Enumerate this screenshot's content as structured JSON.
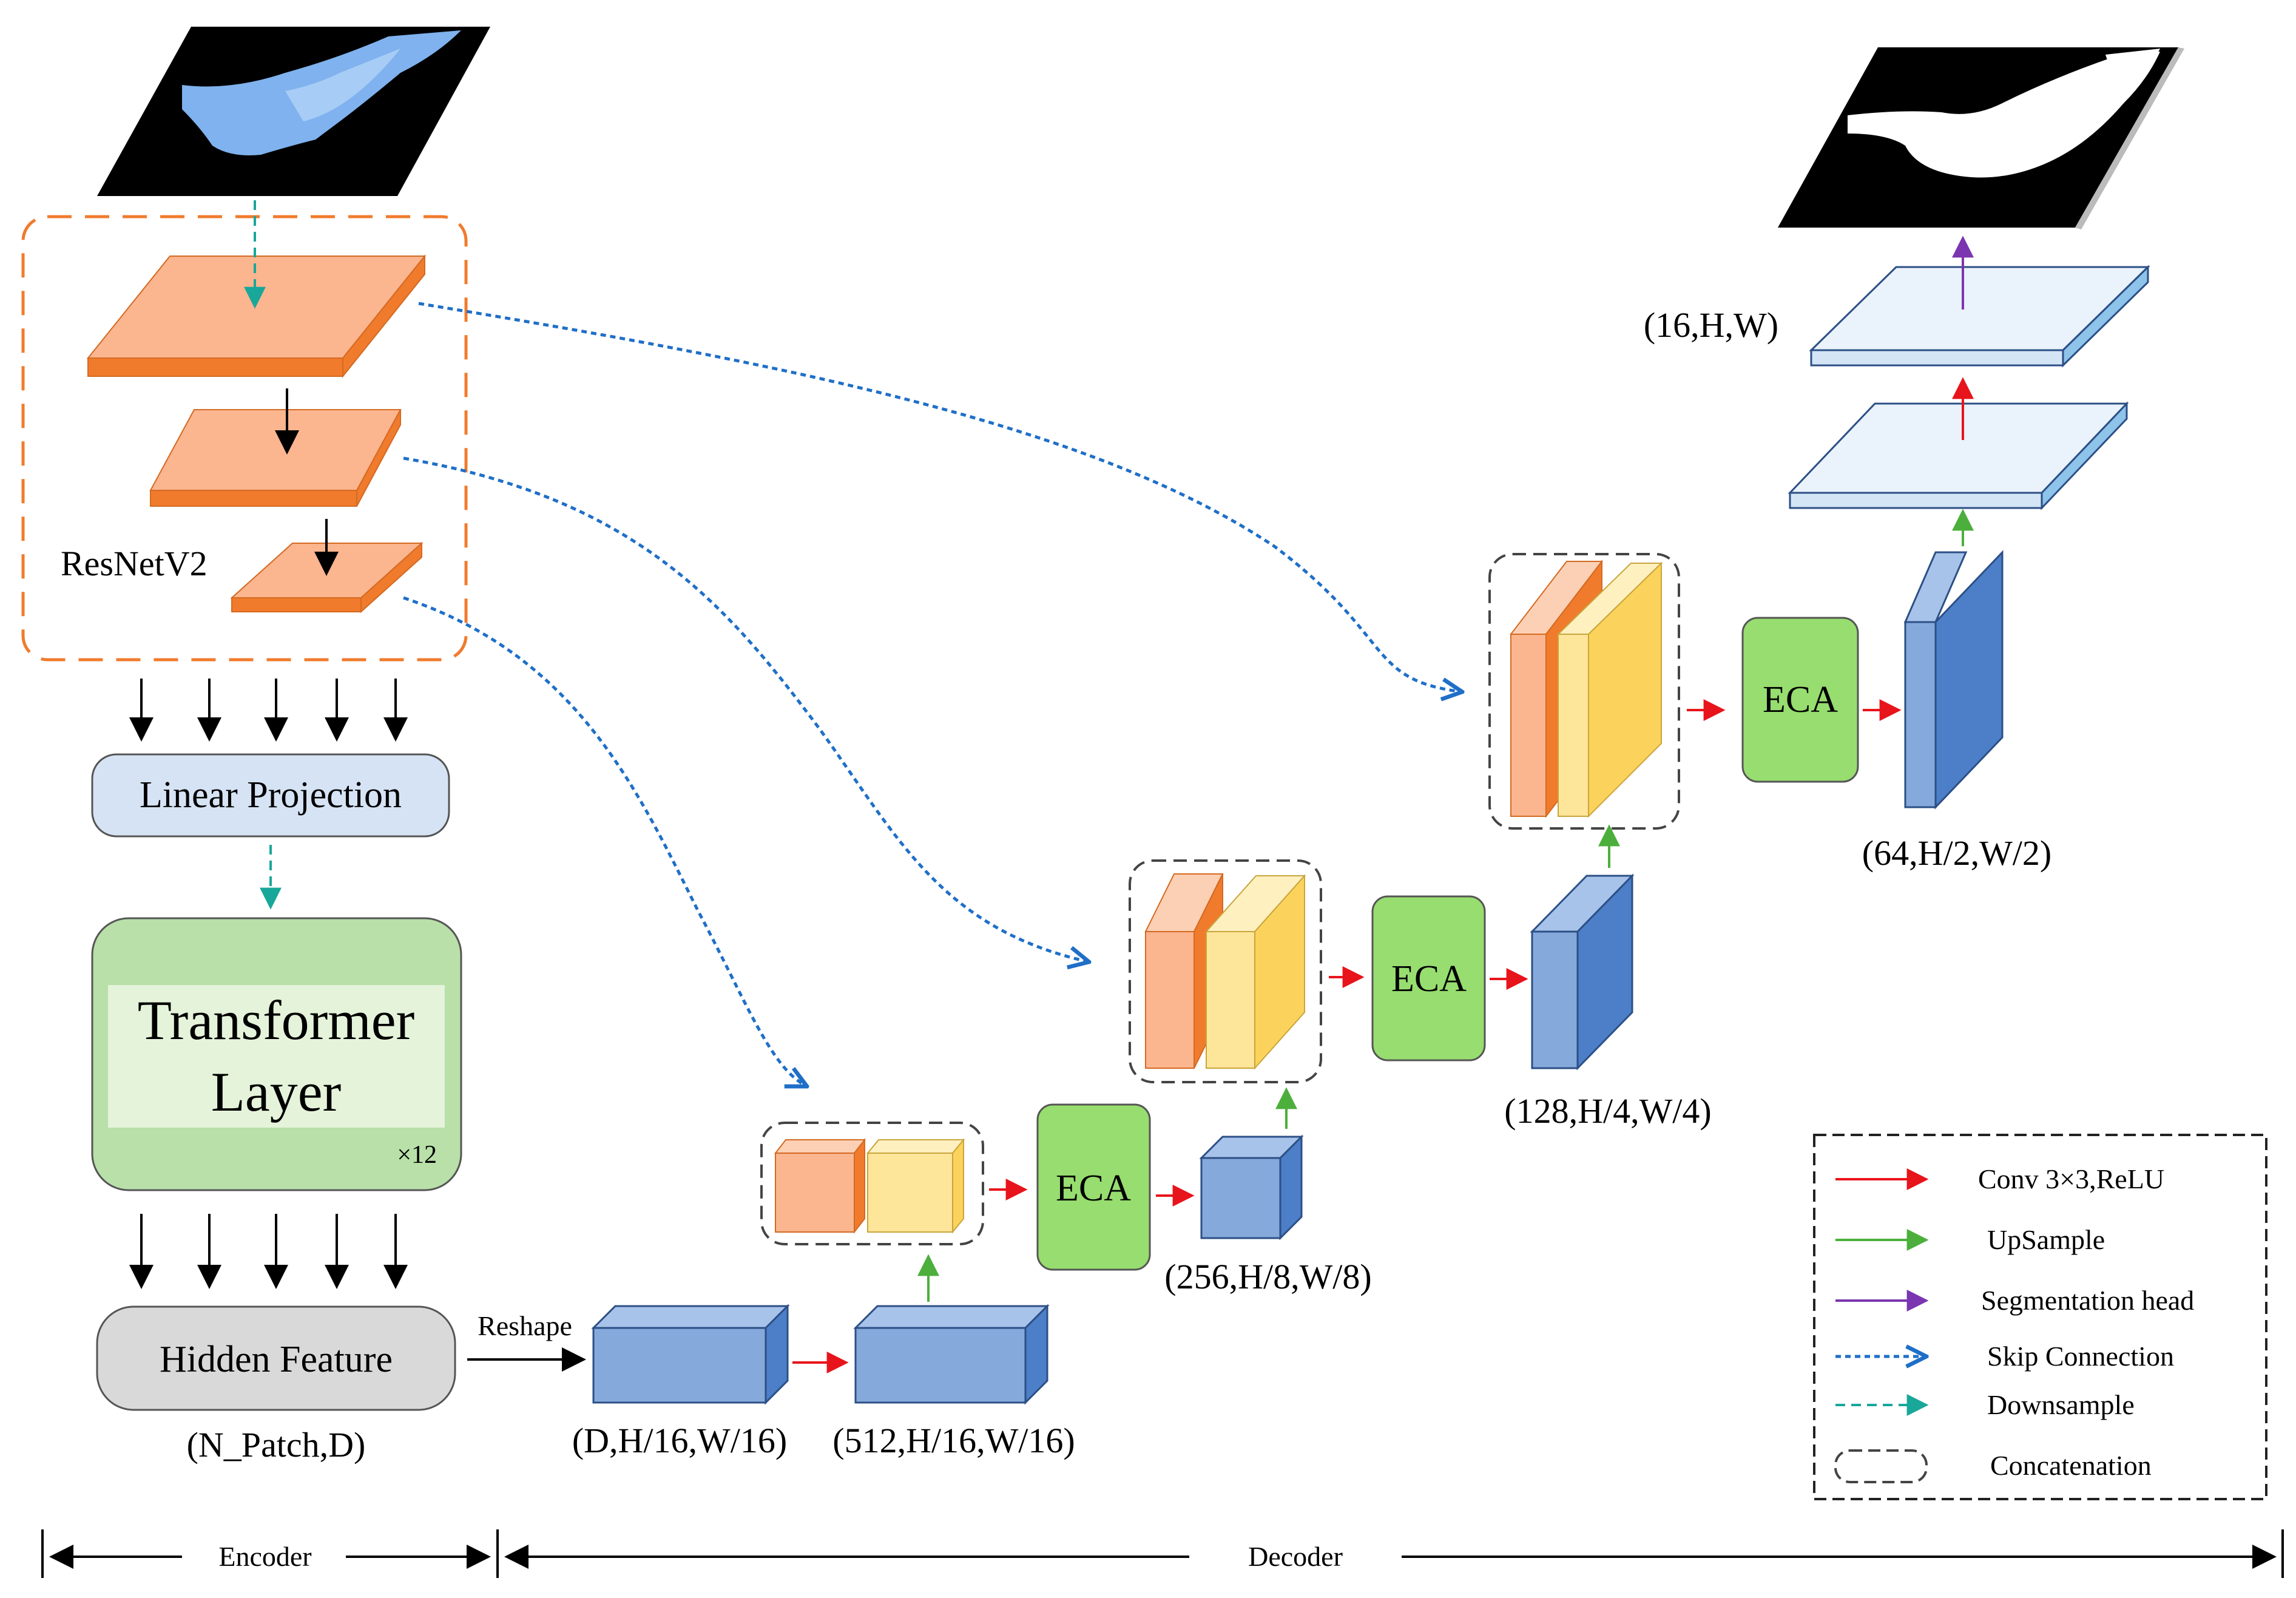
{
  "encoder": {
    "backbone_label": "ResNetV2",
    "linear_projection": "Linear Projection",
    "transformer_line1": "Transformer",
    "transformer_line2": "Layer",
    "transformer_repeat": "×12",
    "hidden_feature": "Hidden Feature",
    "hidden_shape": "(N_Patch,D)",
    "reshape_label": "Reshape"
  },
  "decoder": {
    "shape_d": "(D,H/16,W/16)",
    "shape_512": "(512,H/16,W/16)",
    "shape_256": "(256,H/8,W/8)",
    "shape_128": "(128,H/4,W/4)",
    "shape_64": "(64,H/2,W/2)",
    "shape_16": "(16,H,W)",
    "eca_label": "ECA"
  },
  "legend": {
    "items": [
      {
        "label": "Conv 3×3,ReLU",
        "color": "#e8141b"
      },
      {
        "label": "UpSample",
        "color": "#4caf3c"
      },
      {
        "label": "Segmentation head",
        "color": "#7b35b0"
      },
      {
        "label": "Skip Connection",
        "color": "#1f6fc8"
      },
      {
        "label": "Downsample",
        "color": "#19a79a"
      },
      {
        "label": "Concatenation",
        "color": "#444444"
      }
    ]
  },
  "footer": {
    "encoder_label": "Encoder",
    "decoder_label": "Decoder"
  },
  "colors": {
    "orange_face": "#fbb58f",
    "orange_side": "#f07b2c",
    "blue_face": "#86a9dc",
    "blue_side": "#4c7fc8",
    "yellow_face": "#fde59a",
    "yellow_side": "#fbd35c",
    "eca": "#97dd6f",
    "light_blue": "#eaf2fb",
    "light_blue_side": "#8ec3ea",
    "transformer_bg": "#b8e0a8",
    "linear_proj_bg": "#d6e3f4",
    "hidden_bg": "#d9d9d9"
  }
}
